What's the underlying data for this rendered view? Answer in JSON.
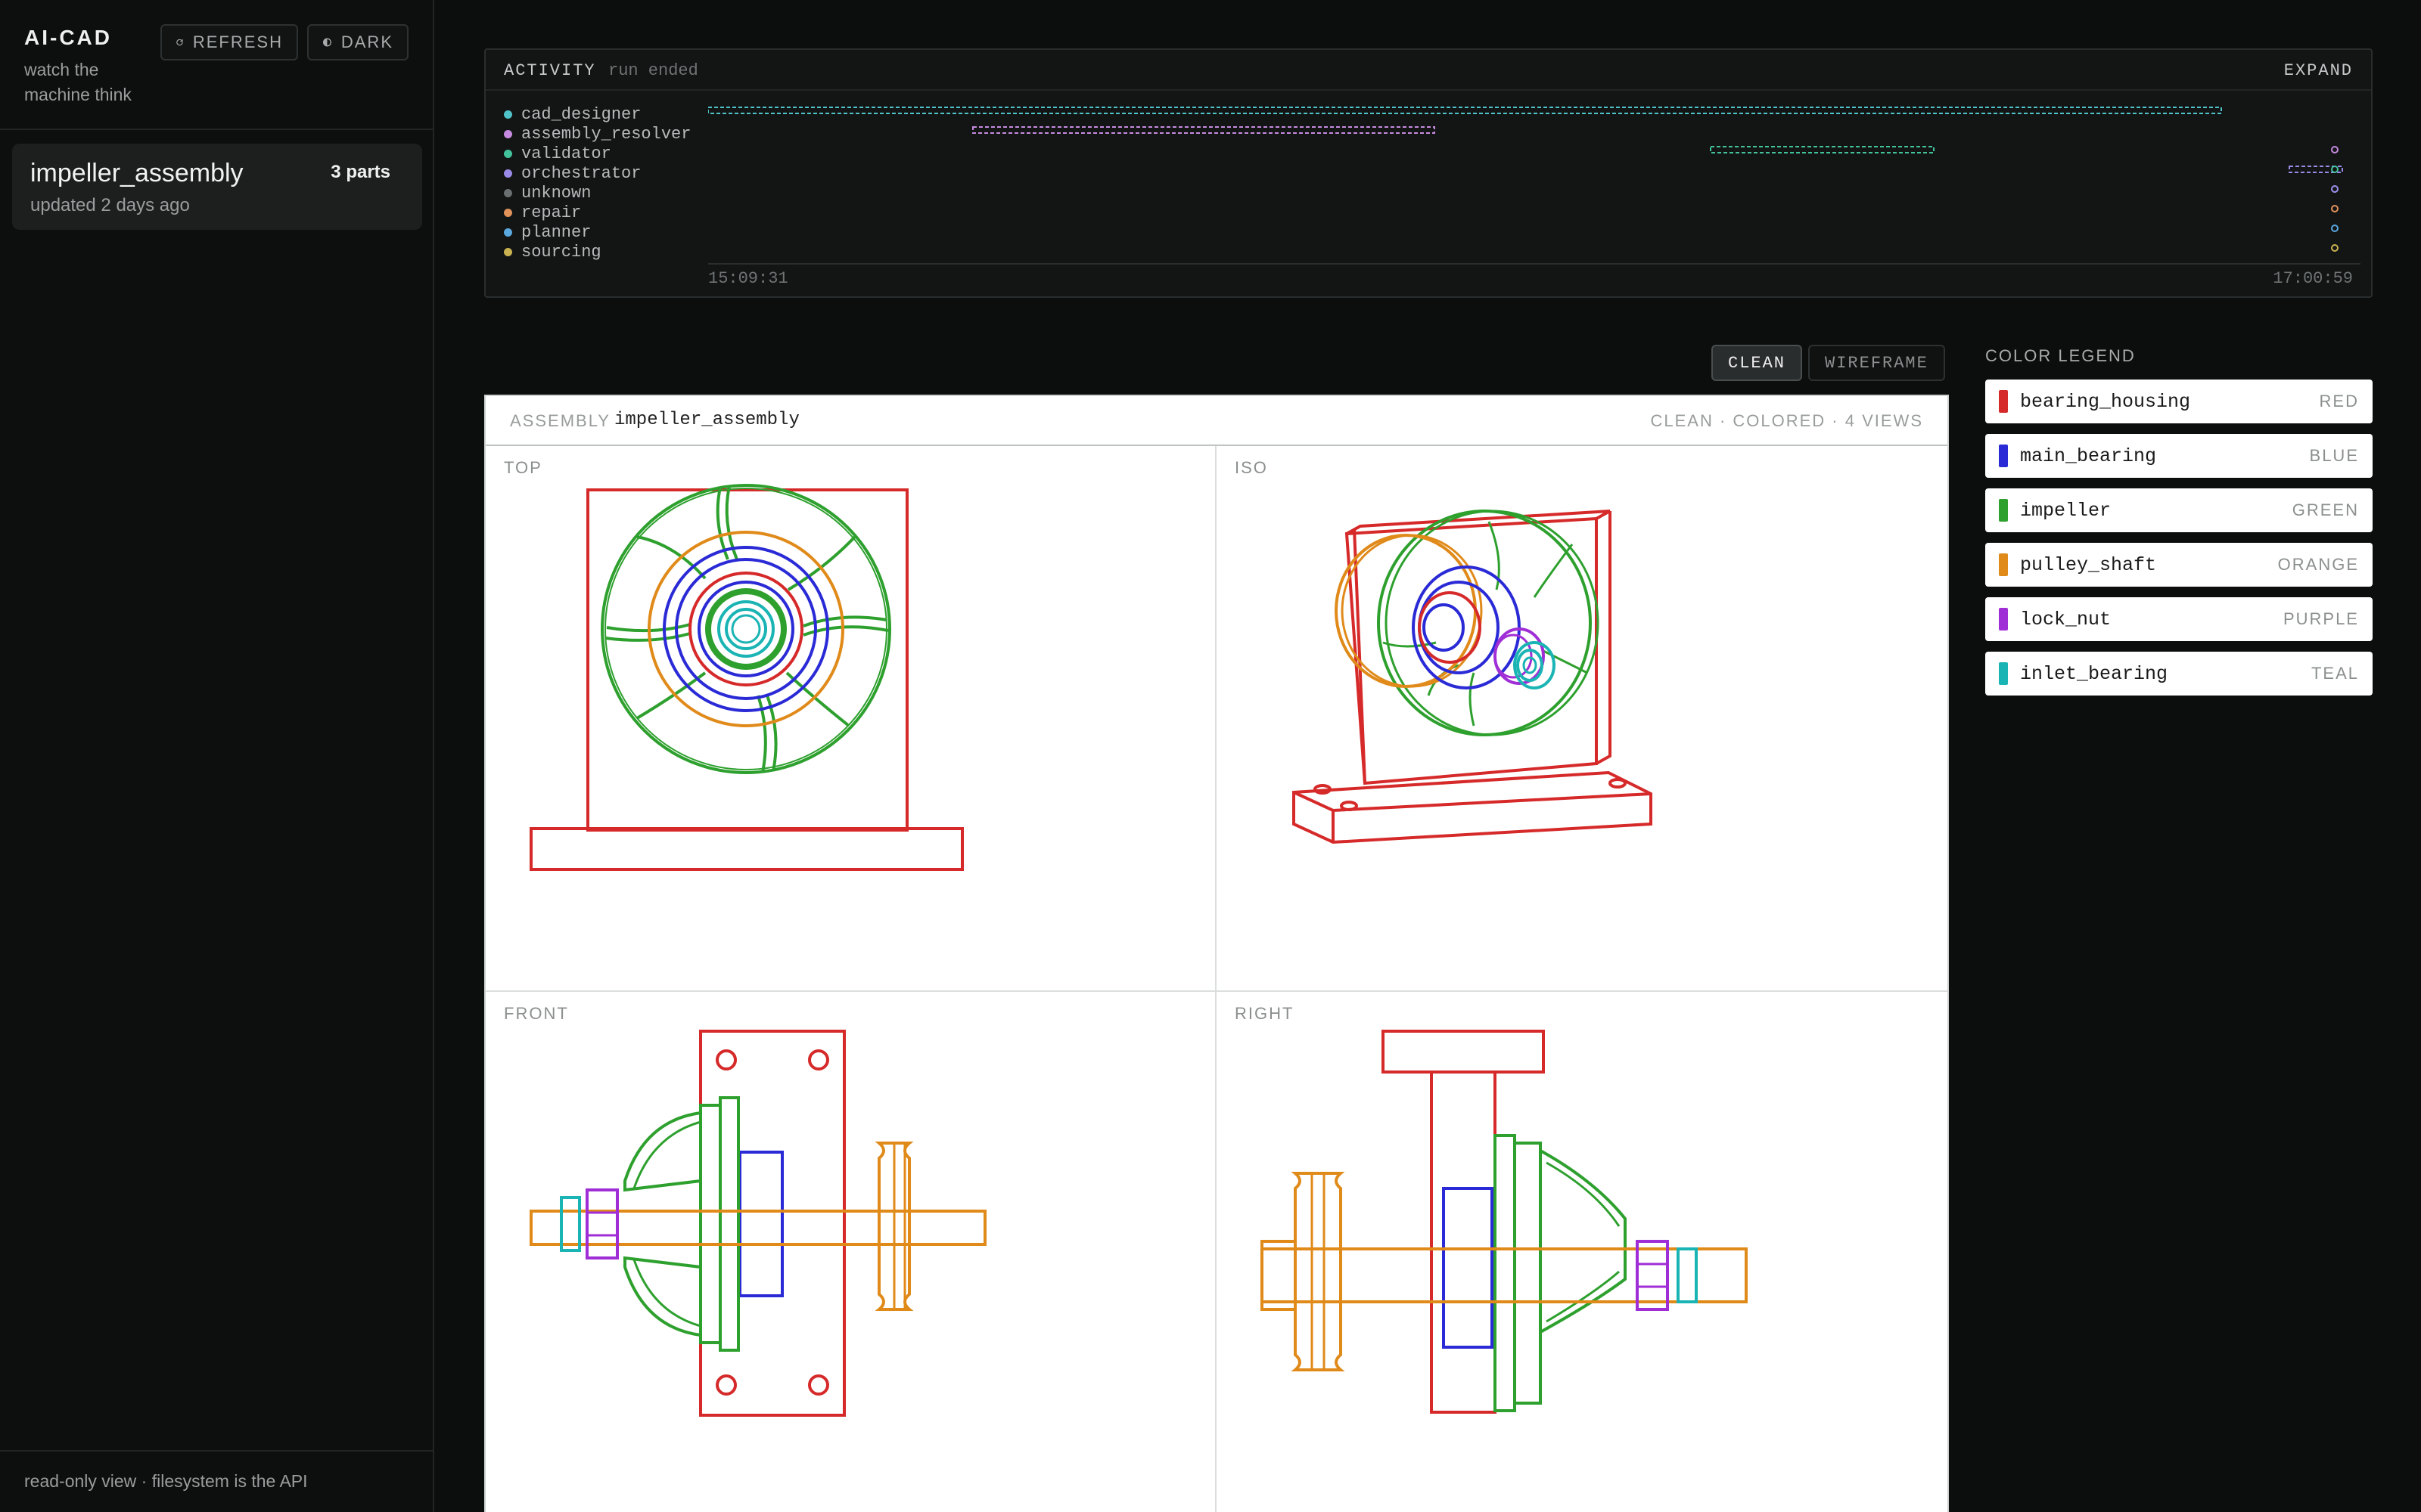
{
  "app": {
    "title": "AI-CAD",
    "tagline": "watch the machine think"
  },
  "toolbar": {
    "refresh_label": "REFRESH",
    "theme_label": "DARK"
  },
  "project": {
    "name": "impeller_assembly",
    "updated": "updated 2 days ago",
    "parts": "3 parts"
  },
  "footer": {
    "note": "read-only view · filesystem is the API"
  },
  "activity": {
    "label": "ACTIVITY",
    "status": "run ended",
    "expand_label": "EXPAND",
    "start_time": "15:09:31",
    "end_time": "17:00:59",
    "agents": [
      {
        "name": "cad_designer",
        "color": "#4fc3c9"
      },
      {
        "name": "assembly_resolver",
        "color": "#c68ae0"
      },
      {
        "name": "validator",
        "color": "#42c29a"
      },
      {
        "name": "orchestrator",
        "color": "#9a8ae8"
      },
      {
        "name": "unknown",
        "color": "#6b6f6f"
      },
      {
        "name": "repair",
        "color": "#e0925a"
      },
      {
        "name": "planner",
        "color": "#5aa8e0"
      },
      {
        "name": "sourcing",
        "color": "#c9b24f"
      }
    ]
  },
  "view_modes": {
    "clean_label": "CLEAN",
    "wireframe_label": "WIREFRAME",
    "active": "clean"
  },
  "viewer": {
    "assembly_label": "ASSEMBLY",
    "assembly_name": "impeller_assembly",
    "mode_summary": "CLEAN · COLORED · 4 VIEWS",
    "views": {
      "top": "TOP",
      "iso": "ISO",
      "front": "FRONT",
      "right": "RIGHT"
    }
  },
  "legend": {
    "title": "COLOR LEGEND",
    "items": [
      {
        "part": "bearing_housing",
        "color_name": "RED",
        "color": "#d62a2a"
      },
      {
        "part": "main_bearing",
        "color_name": "BLUE",
        "color": "#2a2ad6"
      },
      {
        "part": "impeller",
        "color_name": "GREEN",
        "color": "#2ea02e"
      },
      {
        "part": "pulley_shaft",
        "color_name": "ORANGE",
        "color": "#e08a1a"
      },
      {
        "part": "lock_nut",
        "color_name": "PURPLE",
        "color": "#a02ed6"
      },
      {
        "part": "inlet_bearing",
        "color_name": "TEAL",
        "color": "#1ab4b4"
      }
    ]
  }
}
